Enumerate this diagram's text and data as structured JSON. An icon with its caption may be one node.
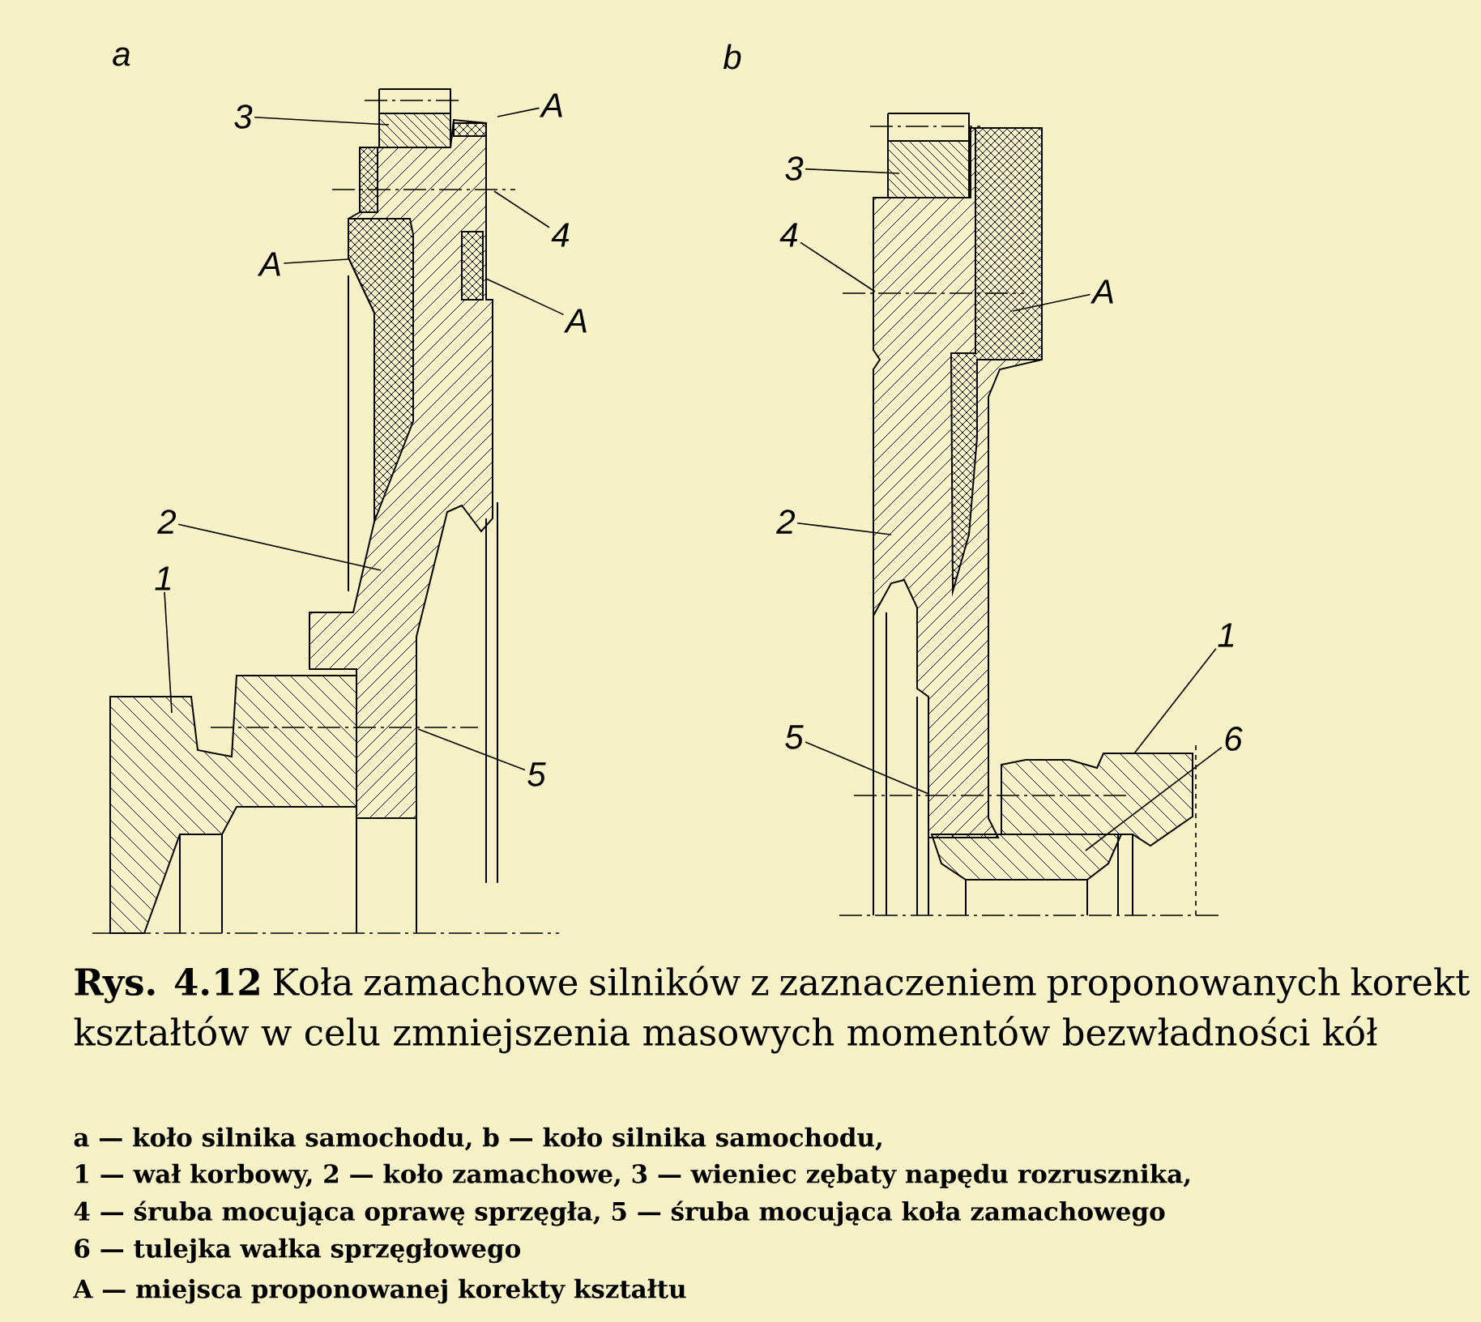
{
  "diagram": {
    "caption": "**Rys. 4.12** Koła zamachowe silników z zaznaczeniem proponowanych korekt kształtów w celu zmniejszenia masowych momentów bezwładności kół",
    "nodes": [
      {
        "text": [
          "3"
        ]
      },
      {
        "text": [
          "A"
        ]
      },
      {
        "text": [
          "4"
        ]
      },
      {
        "text": [
          "A"
        ]
      },
      {
        "text": [
          "A"
        ]
      },
      {
        "text": [
          "2"
        ]
      },
      {
        "text": [
          "1"
        ]
      },
      {
        "text": [
          "5"
        ]
      },
      {
        "text": [
          "3"
        ]
      },
      {
        "text": [
          "4"
        ]
      },
      {
        "text": [
          "A"
        ]
      },
      {
        "text": [
          "2"
        ]
      },
      {
        "text": [
          "5"
        ]
      },
      {
        "text": [
          "1"
        ]
      },
      {
        "text": [
          "6"
        ]
      }
    ],
    "edges": [
      {
        "from": 0,
        "to": null,
        "arrow": "none"
      },
      {
        "from": 1,
        "to": null,
        "arrow": "none"
      },
      {
        "from": 2,
        "to": null,
        "arrow": "none"
      },
      {
        "from": 3,
        "to": null,
        "arrow": "none"
      },
      {
        "from": 4,
        "to": null,
        "arrow": "none"
      },
      {
        "from": 5,
        "to": null,
        "arrow": "none"
      },
      {
        "from": 6,
        "to": null,
        "arrow": "none"
      },
      {
        "from": 7,
        "to": null,
        "arrow": "none"
      },
      {
        "from": 8,
        "to": null,
        "arrow": "none"
      },
      {
        "from": 9,
        "to": null,
        "arrow": "none"
      },
      {
        "from": 10,
        "to": null,
        "arrow": "none"
      },
      {
        "from": 11,
        "to": null,
        "arrow": "none"
      },
      {
        "from": 12,
        "to": null,
        "arrow": "none"
      },
      {
        "from": 13,
        "to": null,
        "arrow": "none"
      },
      {
        "from": 14,
        "to": null,
        "arrow": "none"
      }
    ],
    "labels": [
      "a",
      "b",
      "a — koło silnika samochodu, b — koło silnika samochodu,",
      "1 — wał korbowy, 2 — koło zamachowe, 3 — wieniec zębaty napędu rozrusznika,",
      "4 — śruba mocująca oprawę sprzęgła, 5 — śruba mocująca koła zamachowego",
      "6 — tulejka wałka sprzęgłowego",
      "A — miejsca proponowanej korekty kształtu"
    ]
  }
}
